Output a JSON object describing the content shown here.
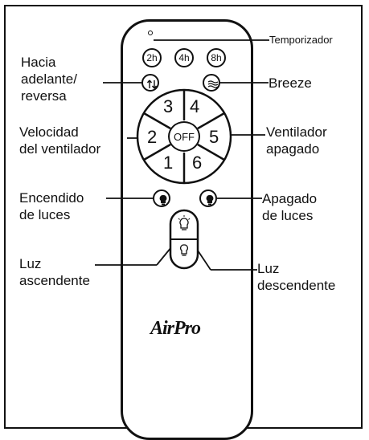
{
  "labels": {
    "timer": "Temporizador",
    "direction": "Hacia\nadelante/\nreversa",
    "breeze": "Breeze",
    "speed": "Velocidad\ndel ventilador",
    "fan_off": "Ventilador\napagado",
    "light_on": "Encendido\nde luces",
    "light_off": "Apagado\nde luces",
    "light_up": "Luz\nascendente",
    "light_down": "Luz\ndescendente"
  },
  "remote": {
    "timer_buttons": [
      "2h",
      "4h",
      "8h"
    ],
    "speeds": {
      "s1": "1",
      "s2": "2",
      "s3": "3",
      "s4": "4",
      "s5": "5",
      "s6": "6"
    },
    "off_label": "OFF",
    "logo": "AirPro"
  },
  "icons": {
    "reverse": "reverse-arrows-icon",
    "breeze": "wave-lines-icon",
    "light_on": "bulb-on-icon",
    "light_off": "bulb-off-icon",
    "dim_up": "bulb-up-icon",
    "dim_down": "bulb-down-icon"
  }
}
